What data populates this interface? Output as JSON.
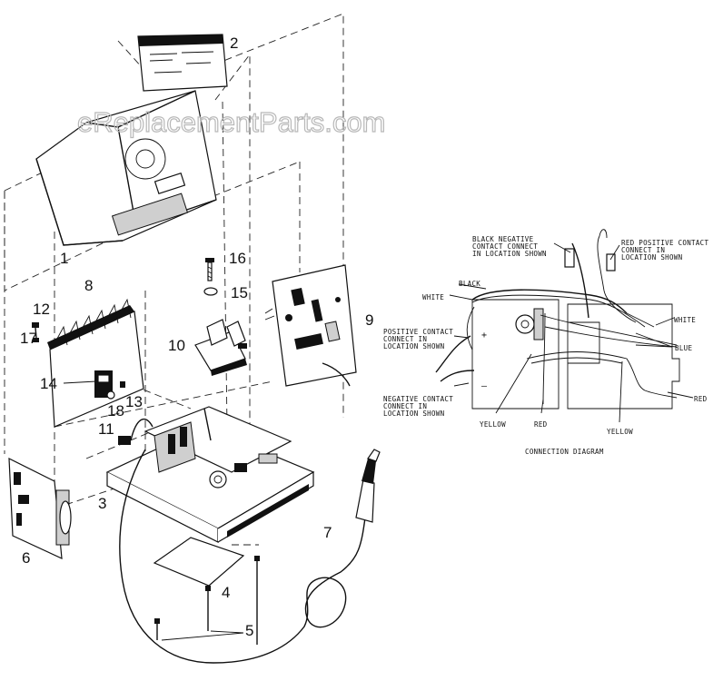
{
  "watermark": "eReplacementParts.com",
  "callouts": {
    "c1": "1",
    "c2": "2",
    "c3": "3",
    "c4": "4",
    "c5": "5",
    "c6": "6",
    "c7": "7",
    "c8": "8",
    "c9": "9",
    "c10": "10",
    "c11": "11",
    "c12": "12",
    "c13": "13",
    "c14": "14",
    "c15": "15",
    "c16": "16",
    "c17": "17",
    "c18": "18"
  },
  "connection_diagram": {
    "title": "CONNECTION DIAGRAM",
    "black_negative": [
      "BLACK NEGATIVE",
      "CONTACT CONNECT",
      "IN LOCATION SHOWN"
    ],
    "red_positive": [
      "RED POSITIVE CONTACT",
      "CONNECT IN",
      "LOCATION SHOWN"
    ],
    "positive_contact": [
      "POSITIVE CONTACT",
      "CONNECT IN",
      "LOCATION SHOWN"
    ],
    "negative_contact": [
      "NEGATIVE CONTACT",
      "CONNECT IN",
      "LOCATION SHOWN"
    ],
    "wire_black": "BLACK",
    "wire_white_left": "WHITE",
    "wire_white_right": "WHITE",
    "wire_blue": "BLUE",
    "wire_red_right": "RED",
    "wire_yellow_left": "YELLOW",
    "wire_red_bottom": "RED",
    "wire_yellow_bottom": "YELLOW",
    "plus_sign": "+",
    "minus_sign": "–"
  }
}
